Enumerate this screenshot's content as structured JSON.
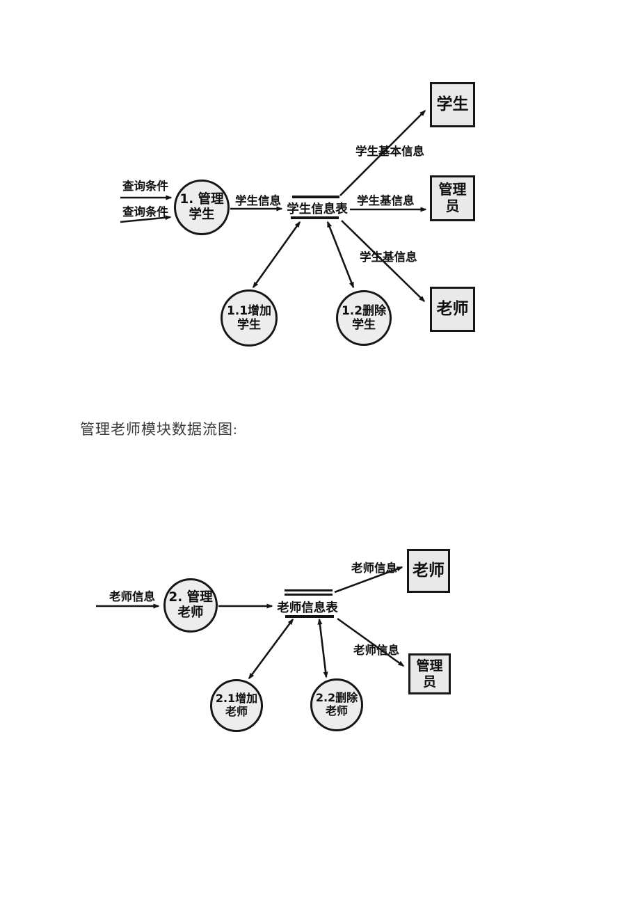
{
  "colors": {
    "background": "#ffffff",
    "shape_fill": "#e9e9e9",
    "stroke": "#161616",
    "text": "#0e0e0e",
    "caption_text": "#3c3c3c"
  },
  "caption": "管理老师模块数据流图:",
  "diagram1": {
    "process_main": "1. 管理\n学生",
    "process_add": "1.1增加\n学生",
    "process_delete": "1.2删除\n学生",
    "datastore": "学生信息表",
    "entity_student": "学生",
    "entity_admin": "管理员",
    "entity_teacher": "老师",
    "flow_labels": {
      "query1": "查询条件",
      "query2": "查询条件",
      "student_info": "学生信息",
      "student_basic_info": "学生基本信息",
      "student_base_info_admin": "学生基信息",
      "student_base_info_teacher": "学生基信息"
    }
  },
  "diagram2": {
    "process_main": "2. 管理\n老师",
    "process_add": "2.1增加\n老师",
    "process_delete": "2.2删除\n老师",
    "datastore": "老师信息表",
    "entity_teacher": "老师",
    "entity_admin": "管理\n员",
    "flow_labels": {
      "teacher_info_in": "老师信息",
      "teacher_info_teacher": "老师信息",
      "teacher_info_admin": "老师信息"
    }
  }
}
